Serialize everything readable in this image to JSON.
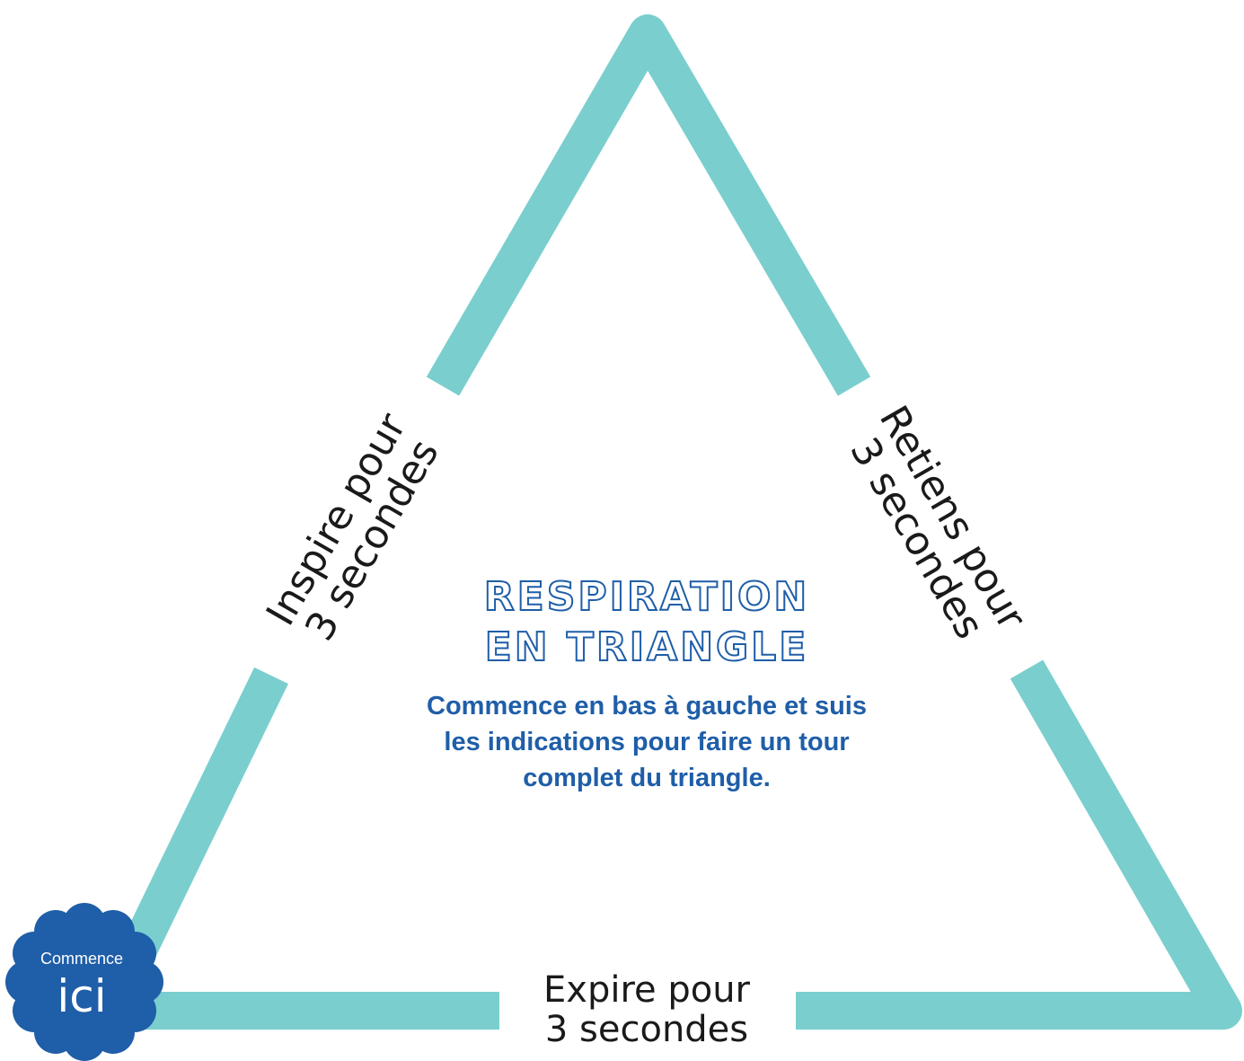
{
  "colors": {
    "triangle_stroke": "#7acece",
    "title": "#1f5ea8",
    "instructions_text": "#1f5ea8",
    "badge_fill": "#1f5ea8",
    "label_text": "#1a1a1a"
  },
  "title": {
    "line1": "RESPIRATION",
    "line2": "EN TRIANGLE"
  },
  "instructions": "Commence en bas à gauche et suis les indications pour faire un tour complet du triangle.",
  "sides": {
    "inhale": {
      "line1": "Inspire pour",
      "line2": "3 secondes"
    },
    "hold": {
      "line1": "Retiens pour",
      "line2": "3 secondes"
    },
    "exhale": {
      "line1": "Expire pour",
      "line2": "3 secondes"
    }
  },
  "start_badge": {
    "small_text": "Commence",
    "big_text": "ici",
    "icon": "scalloped-badge-icon"
  }
}
